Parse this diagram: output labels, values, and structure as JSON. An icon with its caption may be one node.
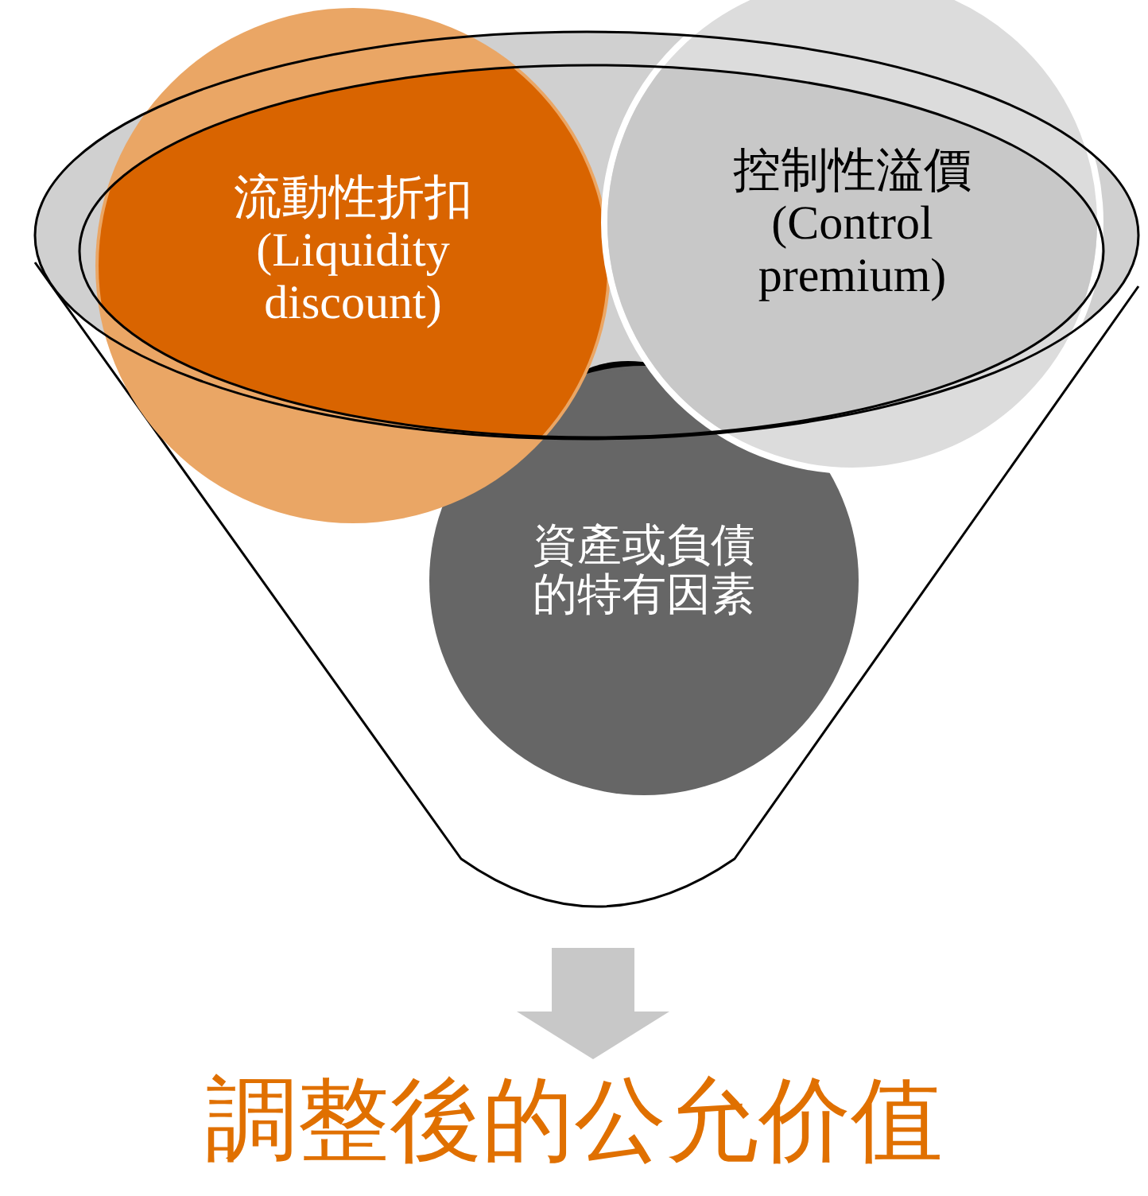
{
  "diagram": {
    "nodes": [
      {
        "text": [
          "流動性折扣 (Liquidity discount)"
        ]
      },
      {
        "text": [
          "控制性溢價 (Control premium)"
        ]
      },
      {
        "text": [
          "資產或負債的特有因素"
        ],
        "in": 3
      },
      {
        "text": [],
        "shape": "funnel"
      },
      {
        "text": [
          "調整後的公允价值"
        ]
      }
    ],
    "edges": [
      {
        "from": 3,
        "to": 4,
        "arrow": "to"
      }
    ]
  }
}
